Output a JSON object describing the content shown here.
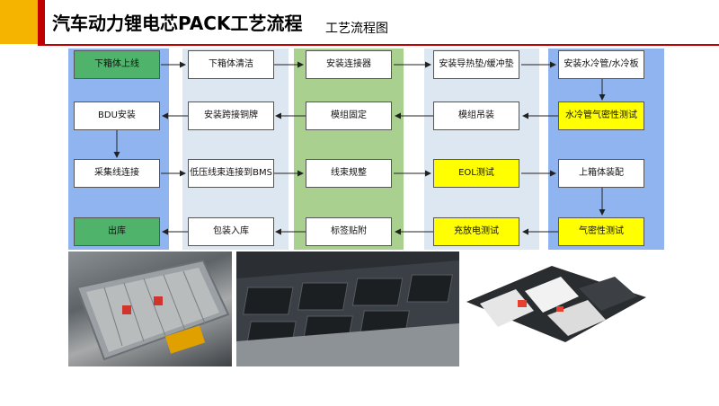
{
  "header": {
    "title": "汽车动力锂电芯PACK工艺流程",
    "subtitle": "工艺流程图"
  },
  "colors": {
    "accent_yellow": "#f5b400",
    "accent_red": "#c00000",
    "lane_blue": "#8fb4f0",
    "lane_light": "#dde7f2",
    "lane_green": "#a9d08e",
    "box_green": "#4fb36b",
    "box_yellow": "#ffff00"
  },
  "flow": {
    "row1": [
      "下箱体上线",
      "下箱体清洁",
      "安装连接器",
      "安装导热垫/缓冲垫",
      "安装水冷管/水冷板"
    ],
    "row2": [
      "BDU安装",
      "安装跨接铜牌",
      "模组固定",
      "模组吊装",
      "水冷管气密性测试"
    ],
    "row3": [
      "采集线连接",
      "低压线束连接到BMS",
      "线束规整",
      "EOL测试",
      "上箱体装配"
    ],
    "row4": [
      "出库",
      "包装入库",
      "标签贴附",
      "充放电测试",
      "气密性测试"
    ]
  }
}
